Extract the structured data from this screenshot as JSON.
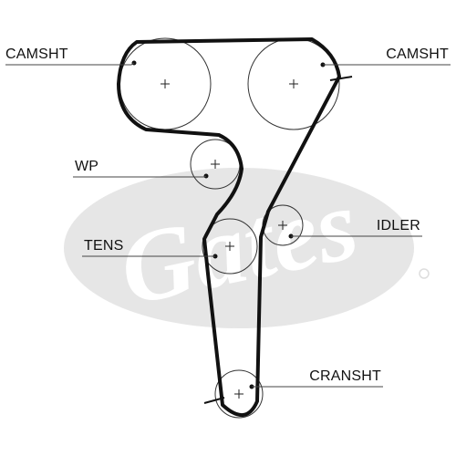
{
  "labels": {
    "camshaft_left": "CAMSHT",
    "camshaft_right": "CAMSHT",
    "water_pump": "WP",
    "tensioner": "TENS",
    "idler": "IDLER",
    "crankshaft": "CRANSHT"
  },
  "watermark": {
    "text": "Gates"
  },
  "colors": {
    "belt": "#111111",
    "pulley": "#333333",
    "leader": "#444444",
    "watermark_fill": "#e6e6e6"
  }
}
